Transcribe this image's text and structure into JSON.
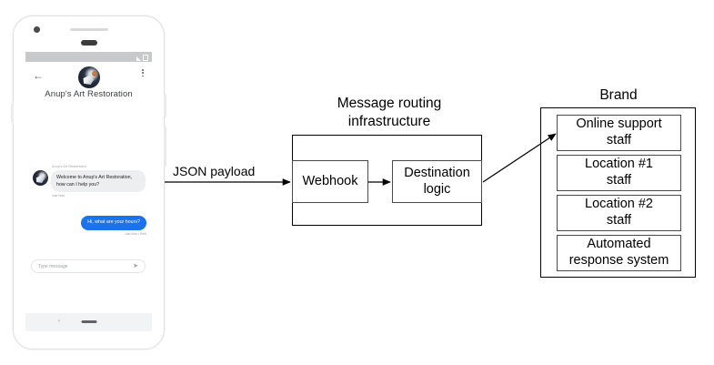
{
  "phone": {
    "status_bar": {
      "signal_icon": "signal-triangle-icon",
      "battery_icon": "battery-icon"
    },
    "header": {
      "back_icon": "back-arrow-icon",
      "menu_icon": "kebab-menu-icon",
      "avatar_icon": "brand-avatar-icon",
      "title": "Anup's Art Restoration"
    },
    "chat": {
      "incoming": {
        "sender": "Anup's Art Restoration",
        "text": "Welcome to Anup's Art Restoration, how can I help you?",
        "time": "Just Now",
        "avatar_icon": "chat-avatar-icon"
      },
      "outgoing": {
        "text": "Hi, what are your hours?",
        "time": "Just Now • Sent",
        "bubble_color": "#1a73e8"
      }
    },
    "composer": {
      "placeholder": "Type message",
      "send_icon": "send-icon"
    },
    "nav_bar": {
      "back_icon": "nav-back-icon",
      "home_pill_icon": "home-pill-icon"
    }
  },
  "diagram": {
    "flow_label": "JSON payload",
    "infrastructure": {
      "title": "Message routing\ninfrastructure",
      "boxes": [
        {
          "label": "Webhook"
        },
        {
          "label": "Destination\nlogic"
        }
      ]
    },
    "brand": {
      "title": "Brand",
      "boxes": [
        {
          "label": "Online support\nstaff"
        },
        {
          "label": "Location #1\nstaff"
        },
        {
          "label": "Location #2\nstaff"
        },
        {
          "label": "Automated\nresponse system"
        }
      ]
    },
    "arrows": [
      {
        "name": "phone-to-webhook-arrow",
        "label": "JSON payload"
      },
      {
        "name": "webhook-to-destination-arrow",
        "label": ""
      },
      {
        "name": "destination-to-brand-arrow",
        "label": ""
      }
    ],
    "stroke_color": "#000000"
  }
}
